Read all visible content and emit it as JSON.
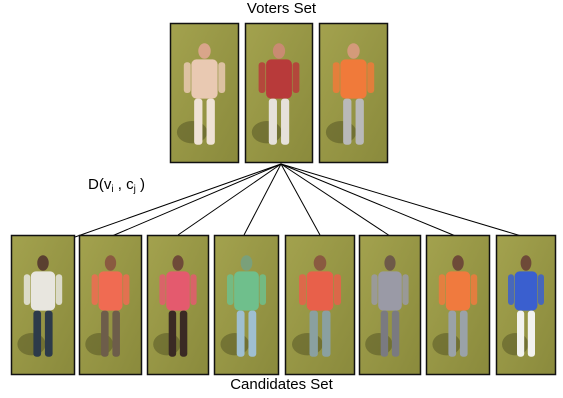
{
  "figure": {
    "voters_title": "Voters Set",
    "candidates_title": "Candidates Set",
    "distance_label": {
      "prefix": "D(v",
      "sub_i": "i",
      "separator": " , c",
      "sub_j": "j",
      "suffix": " )"
    }
  },
  "colors": {
    "grass": "#8a8a3c",
    "grass_light": "#a3a24e",
    "frame": "#111111",
    "line": "#000000"
  },
  "voters": [
    {
      "shirt": "#e9c9b2",
      "pants": "#efe2d5",
      "skin": "#d9a58a"
    },
    {
      "shirt": "#b83a3a",
      "pants": "#e6e1da",
      "skin": "#c98b72"
    },
    {
      "shirt": "#f07a3a",
      "pants": "#b9b9b9",
      "skin": "#d49a7a"
    }
  ],
  "candidates": [
    {
      "shirt": "#e8e6df",
      "pants": "#2d3b4a",
      "skin": "#5a4030"
    },
    {
      "shirt": "#f06b52",
      "pants": "#6d5d4a",
      "skin": "#8a5a40"
    },
    {
      "shirt": "#e45a6e",
      "pants": "#3a2a24",
      "skin": "#6e4a38"
    },
    {
      "shirt": "#6fbf8c",
      "pants": "#9fbfd0",
      "skin": "#7aa07a"
    },
    {
      "shirt": "#e8604a",
      "pants": "#8aa0a0",
      "skin": "#8a5a40"
    },
    {
      "shirt": "#9a9aa6",
      "pants": "#7a7a80",
      "skin": "#6e5a48"
    },
    {
      "shirt": "#f07a3e",
      "pants": "#9aa2a8",
      "skin": "#6e4a38"
    },
    {
      "shirt": "#3a5fcf",
      "pants": "#f2f2ee",
      "skin": "#6e4a38"
    }
  ]
}
